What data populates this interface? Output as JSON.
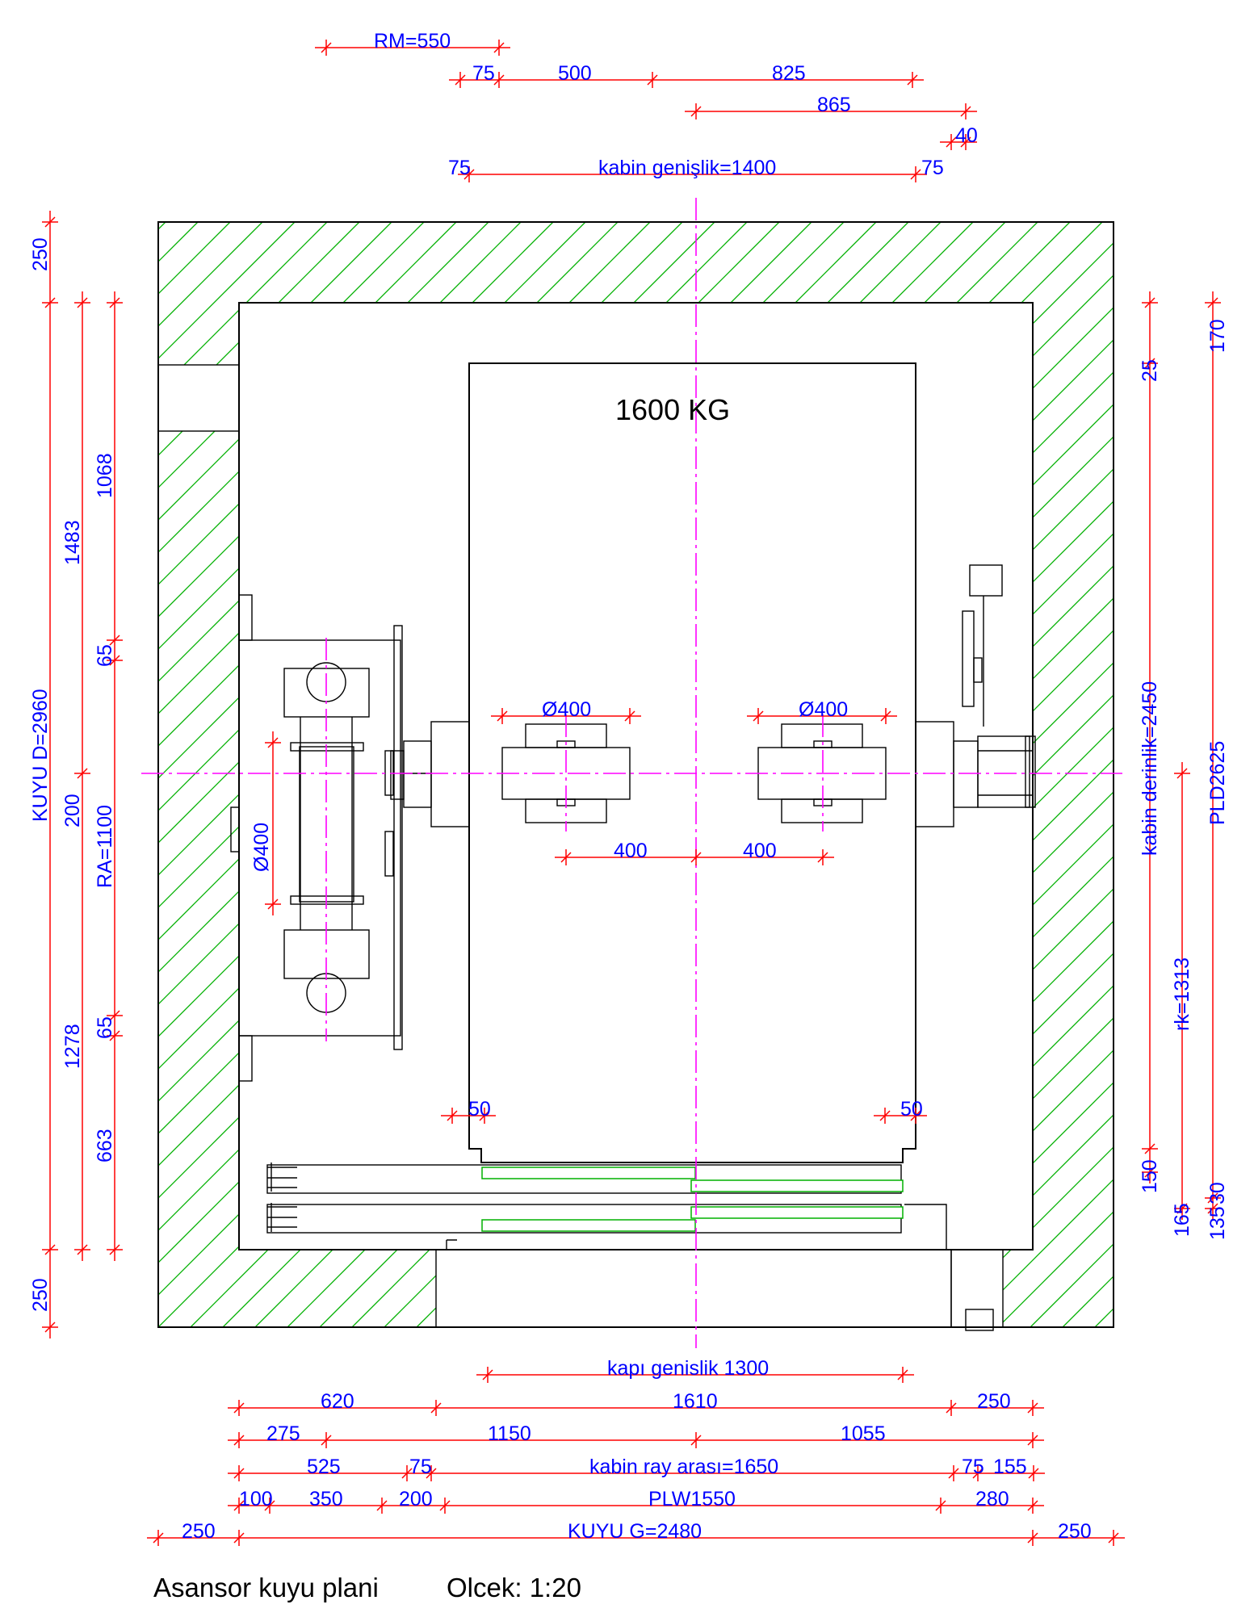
{
  "capacity_label": "1600 KG",
  "drawing_title": "Asansor kuyu plani",
  "scale_label": "Olcek: 1:20",
  "top_dims": {
    "rm": "RM=550",
    "d75a": "75",
    "d500": "500",
    "d825": "825",
    "d865": "865",
    "d40": "40",
    "d75b": "75",
    "cabin_width": "kabin genişlik=1400",
    "d75c": "75"
  },
  "left_dims": {
    "d250_top": "250",
    "kuyu_d": "KUYU D=2960",
    "d1483": "1483",
    "d1068": "1068",
    "d65_a": "65",
    "d200": "200",
    "ra": "RA=1100",
    "d1278": "1278",
    "d65_b": "65",
    "d663": "663",
    "d250_bottom": "250"
  },
  "right_dims": {
    "d25": "25",
    "d170": "170",
    "cabin_depth": "kabin derinlik=2450",
    "pld": "PLD2625",
    "rk": "rk=1313",
    "d150": "150",
    "d165": "165",
    "d135": "135",
    "d30": "30"
  },
  "inner_dims": {
    "pulley_left": "Ø400",
    "pulley_right": "Ø400",
    "cw_pulley": "Ø400",
    "d400_left": "400",
    "d400_right": "400",
    "d50_left": "50",
    "d50_right": "50"
  },
  "bottom_dims": {
    "door_width": "kapı genislik 1300",
    "r1_a": "620",
    "r1_b": "1610",
    "r1_c": "250",
    "r2_a": "275",
    "r2_b": "1150",
    "r2_c": "1055",
    "r3_a": "525",
    "r3_b": "75",
    "rail": "kabin  ray arası=1650",
    "r3_c": "75",
    "r3_d": "155",
    "r4_a": "100",
    "r4_b": "350",
    "r4_c": "200",
    "plw": "PLW1550",
    "r4_d": "280",
    "r5_a": "250",
    "kuyu_g": "KUYU G=2480",
    "r5_c": "250"
  },
  "colors": {
    "dimension_text": "#0000ff",
    "dimension_line": "#ff0000",
    "hatch": "#00b000",
    "centerline": "#ff00ff",
    "outline": "#000000"
  }
}
